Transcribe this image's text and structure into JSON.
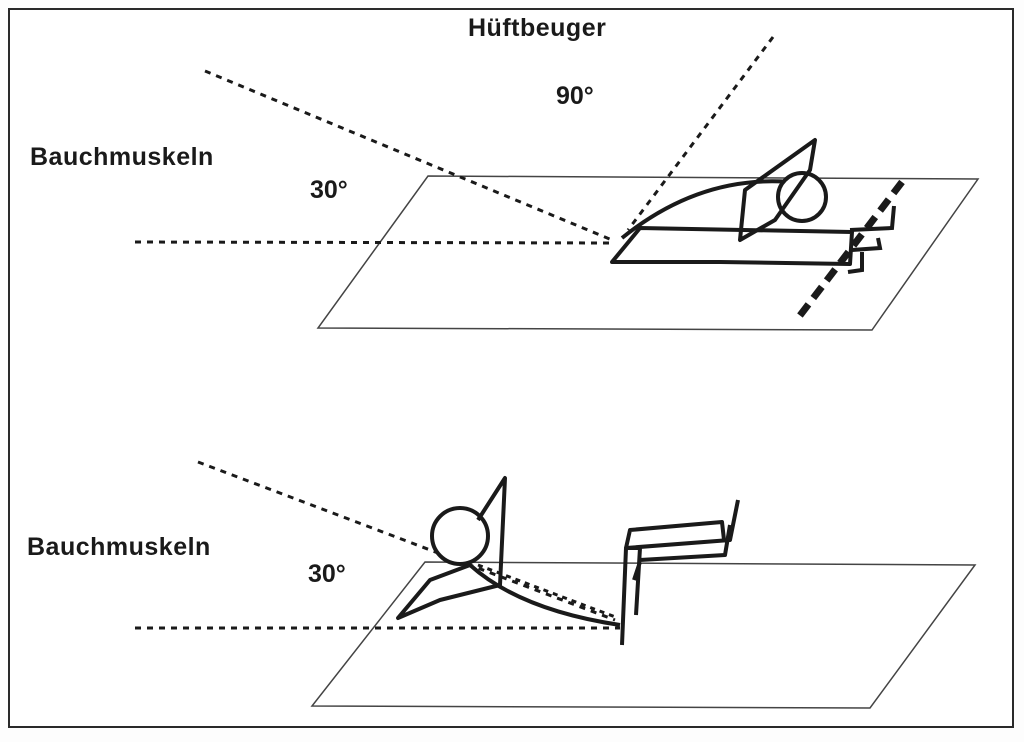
{
  "labels": {
    "top_muscle": "Hüftbeuger",
    "top_angle": "90°",
    "top_abs": "Bauchmuskeln",
    "top_abs_angle": "30°",
    "bottom_abs": "Bauchmuskeln",
    "bottom_abs_angle": "30°"
  },
  "colors": {
    "ink": "#1a1a1a",
    "plane": "#3a3a3a",
    "background": "#ffffff"
  }
}
